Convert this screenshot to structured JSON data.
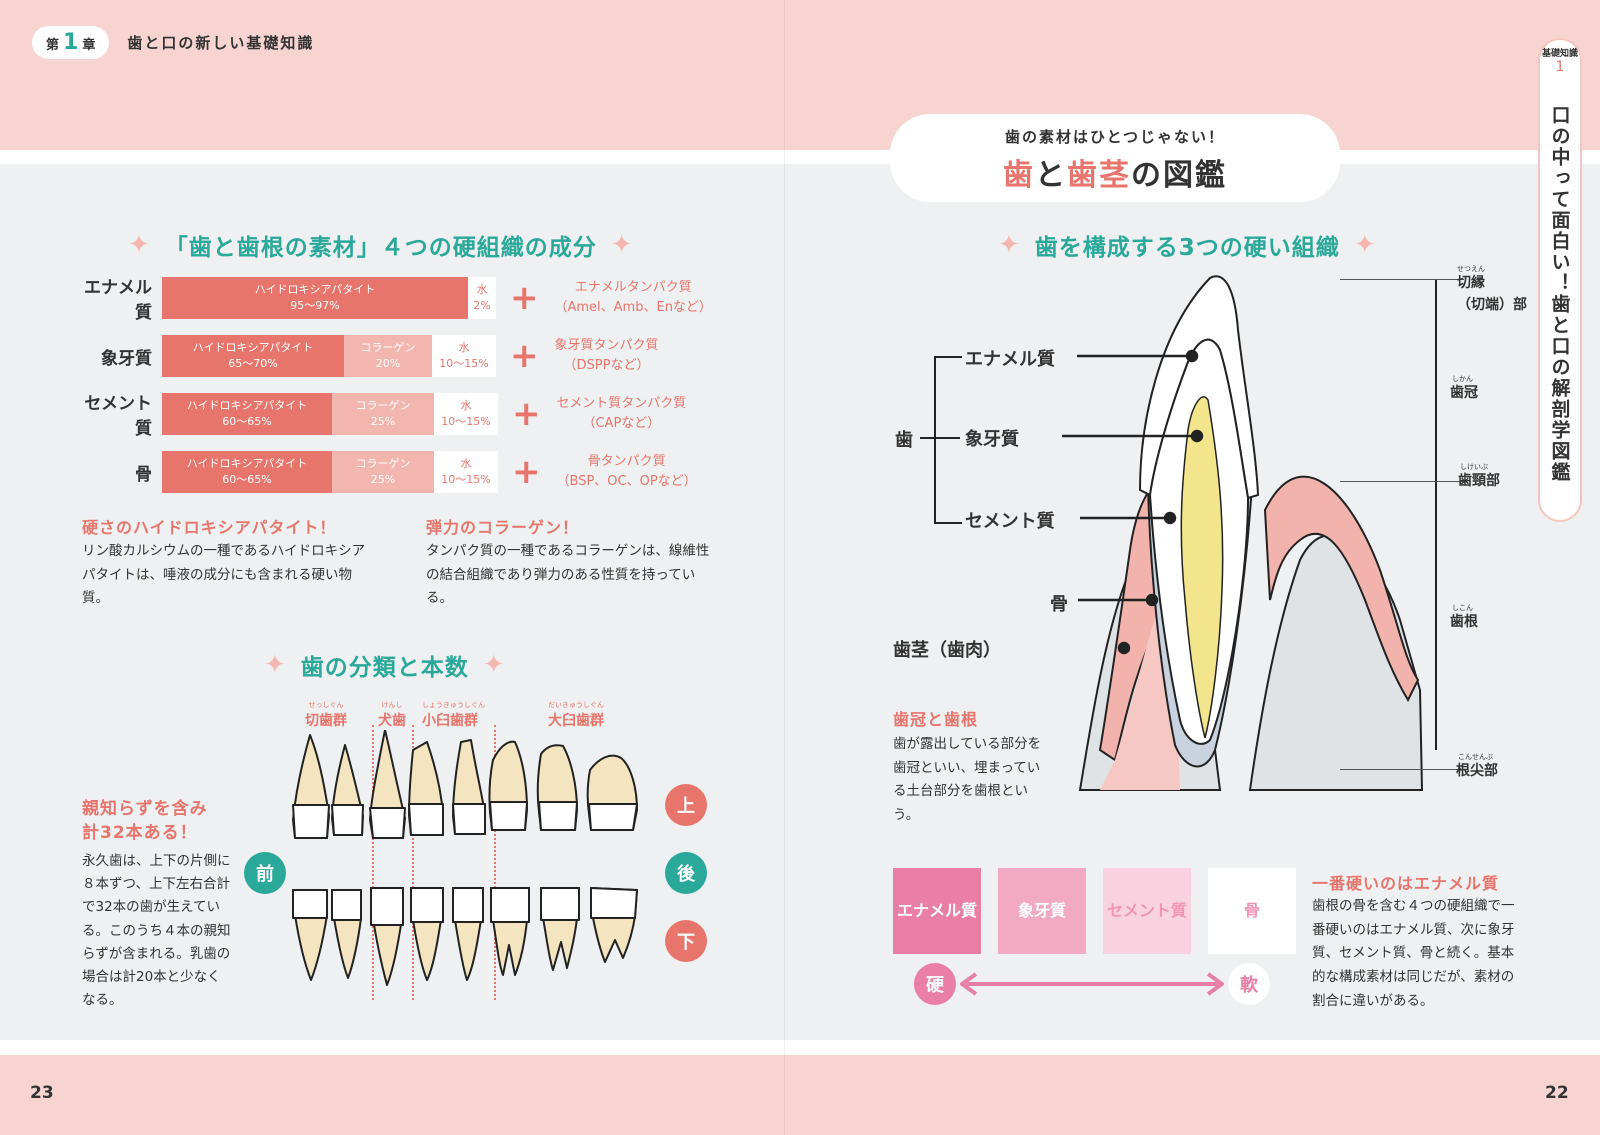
{
  "chapter": {
    "prefix": "第",
    "num": "1",
    "suffix": "章",
    "title": "歯と口の新しい基礎知識"
  },
  "page_left": "23",
  "page_right": "22",
  "components": {
    "title": "「歯と歯根の素材」４つの硬組織の成分",
    "rows": [
      {
        "label": "エナメル質",
        "segs": [
          {
            "kind": "h",
            "name": "ハイドロキシアパタイト",
            "pct": "95〜97%"
          },
          {
            "kind": "w",
            "name": "水",
            "pct": "2%"
          }
        ],
        "protein": "エナメルタンパク質",
        "protein_ex": "（Amel、Amb、Enなど）"
      },
      {
        "label": "象牙質",
        "segs": [
          {
            "kind": "h",
            "name": "ハイドロキシアパタイト",
            "pct": "65〜70%"
          },
          {
            "kind": "c",
            "name": "コラーゲン",
            "pct": "20%"
          },
          {
            "kind": "w",
            "name": "水",
            "pct": "10〜15%"
          }
        ],
        "protein": "象牙質タンパク質",
        "protein_ex": "（DSPPなど）"
      },
      {
        "label": "セメント質",
        "segs": [
          {
            "kind": "h",
            "name": "ハイドロキシアパタイト",
            "pct": "60〜65%"
          },
          {
            "kind": "c",
            "name": "コラーゲン",
            "pct": "25%"
          },
          {
            "kind": "w",
            "name": "水",
            "pct": "10〜15%"
          }
        ],
        "protein": "セメント質タンパク質",
        "protein_ex": "（CAPなど）"
      },
      {
        "label": "骨",
        "segs": [
          {
            "kind": "h",
            "name": "ハイドロキシアパタイト",
            "pct": "60〜65%"
          },
          {
            "kind": "c",
            "name": "コラーゲン",
            "pct": "25%"
          },
          {
            "kind": "w",
            "name": "水",
            "pct": "10〜15%"
          }
        ],
        "protein": "骨タンパク質",
        "protein_ex": "（BSP、OC、OPなど）"
      }
    ],
    "note1_title": "硬さのハイドロキシアパタイト！",
    "note1_body": "リン酸カルシウムの一種であるハイドロキシアパタイトは、唾液の成分にも含まれる硬い物質。",
    "note2_title": "弾力のコラーゲン！",
    "note2_body": "タンパク質の一種であるコラーゲンは、線維性の結合組織であり弾力のある性質を持っている。"
  },
  "classes": {
    "title": "歯の分類と本数",
    "groups": [
      {
        "ruby": "せっしぐん",
        "name": "切歯群"
      },
      {
        "ruby": "けんし",
        "name": "犬歯"
      },
      {
        "ruby": "しょうきゅうしぐん",
        "name": "小臼歯群"
      },
      {
        "ruby": "だいきゅうしぐん",
        "name": "大臼歯群"
      }
    ],
    "lead_line1": "親知らずを含み",
    "lead_line2": "計32本ある！",
    "body": "永久歯は、上下の片側に８本ずつ、上下左右合計で32本の歯が生えている。このうち４本の親知らずが含まれる。乳歯の場合は計20本と少なくなる。",
    "front": "前",
    "up": "上",
    "back": "後",
    "down": "下"
  },
  "right": {
    "kicker": "歯の素材はひとつじゃない！",
    "title_part1": "歯",
    "title_part2": "と",
    "title_part3": "歯茎",
    "title_part4": "の図鑑",
    "sub_title": "歯を構成する3つの硬い組織",
    "tooth": "歯",
    "enamel": "エナメル質",
    "dentin": "象牙質",
    "cementum": "セメント質",
    "bone": "骨",
    "gum": "歯茎（歯肉）",
    "region_incisal": "切縁",
    "region_incisal_ruby": "せつえん",
    "region_incisal2": "（切端）部",
    "region_crown": "歯冠",
    "region_crown_ruby": "しかん",
    "region_neck": "歯頸部",
    "region_neck_ruby": "しけいぶ",
    "region_root": "歯根",
    "region_root_ruby": "しこん",
    "region_apex": "根尖部",
    "region_apex_ruby": "こんせんぶ",
    "crown_title": "歯冠と歯根",
    "crown_body": "歯が露出している部分を歯冠といい、埋まっている土台部分を歯根という。",
    "swatches": [
      "エナメル質",
      "象牙質",
      "セメント質",
      "骨"
    ],
    "hard": "硬",
    "soft": "軟",
    "hard_title": "一番硬いのはエナメル質",
    "hard_body": "歯根の骨を含む４つの硬組織で一番硬いのはエナメル質、次に象牙質、セメント質、骨と続く。基本的な構成素材は同じだが、素材の割合に違いがある。"
  },
  "side_tab": {
    "small": "基礎知識",
    "num": "1",
    "vertical": "口の中って面白い！歯と口の解剖学図鑑"
  },
  "colors": {
    "teal": "#2aa99a",
    "coral": "#e8756c",
    "pink_bg": "#f7d4d0",
    "hydroxy": "#e8756c",
    "collagen": "#f2b6ae",
    "enamel_sw": "#e97fa6",
    "dentin_sw": "#f2a9c2",
    "cement_sw": "#f8d2de",
    "bone_sw": "#ffffff"
  }
}
